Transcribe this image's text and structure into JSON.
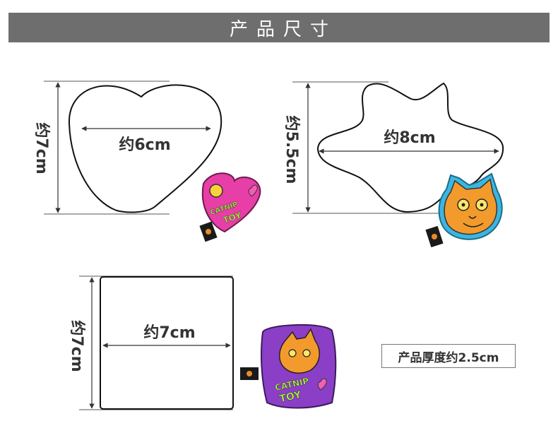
{
  "header": {
    "title": "产品尺寸"
  },
  "heart": {
    "width_label": "约6cm",
    "height_label": "约7cm"
  },
  "star": {
    "width_label": "约8cm",
    "height_label": "约5.5cm"
  },
  "square": {
    "width_label": "约7cm",
    "height_label": "约7cm"
  },
  "thickness": {
    "label": "产品厚度约2.5cm"
  },
  "toys": {
    "heart_toy": {
      "text_line1": "CATNIP",
      "text_line2": "TOY",
      "color": "#e83ea8"
    },
    "cat_face_toy": {
      "color": "#f39a2d",
      "edge_color": "#3cb6e0"
    },
    "square_toy": {
      "text_line1": "CATNIP",
      "text_line2": "TOY",
      "color": "#8a3fc6"
    }
  },
  "colors": {
    "banner": "#6e6e6e",
    "outline": "#111111",
    "dim_line": "#333333",
    "label": "#333333"
  }
}
